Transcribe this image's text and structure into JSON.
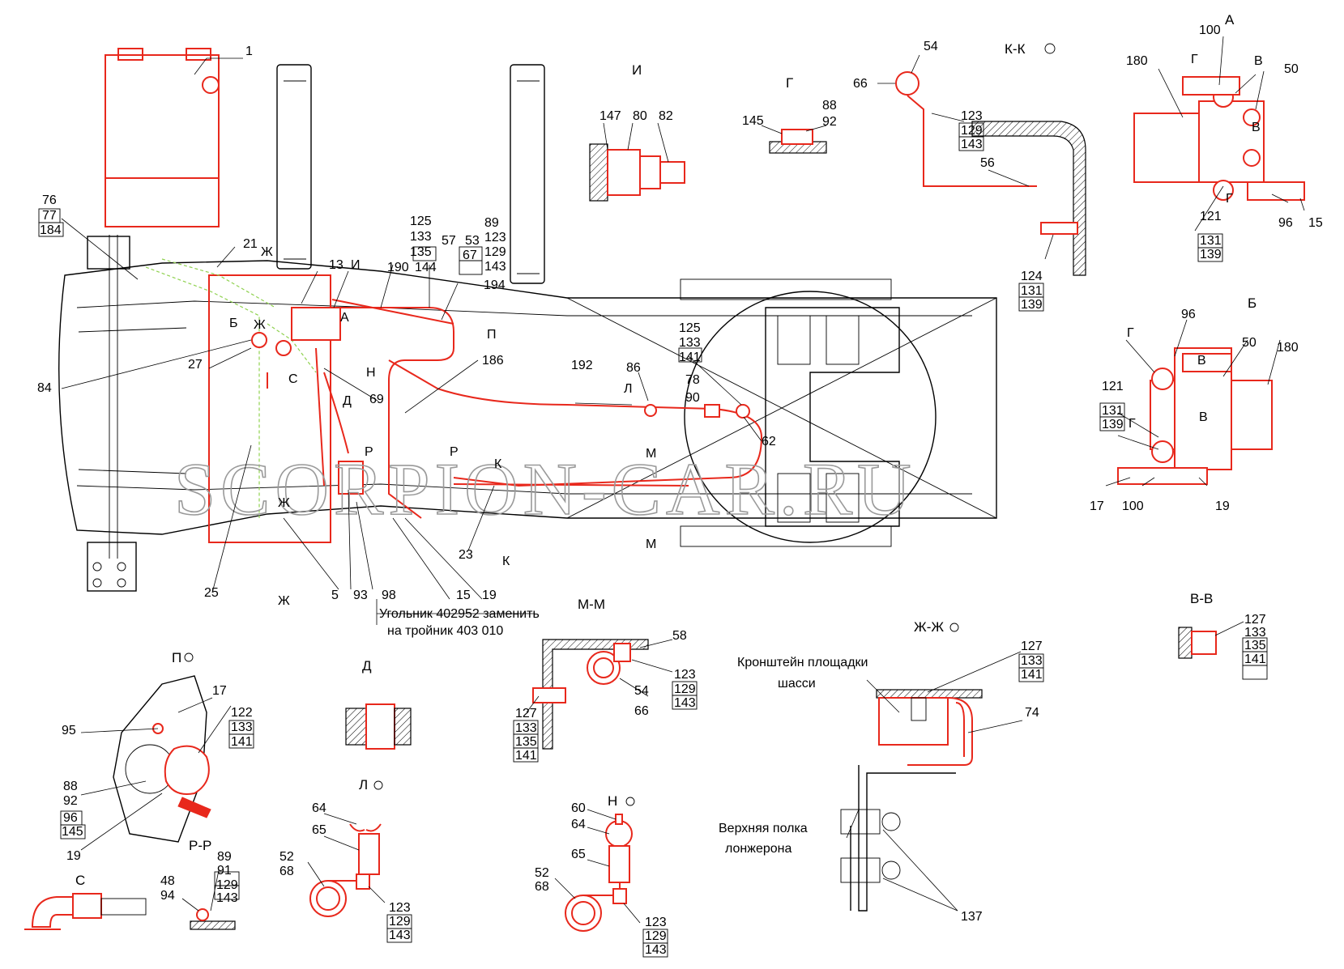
{
  "watermark": "SCORPION-CAR.RU",
  "note": {
    "line1": "Угольник 402952 заменить",
    "line2": "на тройник 403 010"
  },
  "views": {
    "I": "И",
    "G": "Г",
    "KK": "К-К",
    "A": "А",
    "B": "Б",
    "MM": "М-М",
    "D": "Д",
    "P": "П",
    "RR": "Р-Р",
    "S": "С",
    "L": "Л",
    "N": "Н",
    "ZhZh": "Ж-Ж",
    "VV": "В-В"
  },
  "main_labels": {
    "p1": "1",
    "p76": "76",
    "p77": "77",
    "p184": "184",
    "p21": "21",
    "zh1": "Ж",
    "p13": "13",
    "i1": "И",
    "p190": "190",
    "p125a": "125",
    "p133a": "133",
    "p135a": "135",
    "p144a": "144",
    "p57": "57",
    "p53": "53",
    "p67": "67",
    "p89": "89",
    "p123a": "123",
    "p129a": "129",
    "p143a": "143",
    "p194": "194",
    "p_p": "П",
    "p186": "186",
    "a1": "А",
    "b1": "Б",
    "zh2": "Ж",
    "p84": "84",
    "p27": "27",
    "s1": "С",
    "n1": "Н",
    "d1": "Д",
    "p69": "69",
    "p192": "192",
    "p86": "86",
    "l1": "Л",
    "p125b": "125",
    "p133b": "133",
    "p141b": "141",
    "p78": "78",
    "p90": "90",
    "p62": "62",
    "r1": "Р",
    "r2": "Р",
    "k1": "К",
    "k2": "К",
    "m1": "М",
    "m2": "М",
    "p23": "23",
    "zh3": "Ж",
    "zh4": "Ж",
    "p25": "25",
    "p5": "5",
    "p93": "93",
    "p98": "98",
    "p15a": "15",
    "p19a": "19"
  },
  "detail_I": {
    "p147": "147",
    "p80": "80",
    "p82": "82"
  },
  "detail_G": {
    "p145": "145",
    "p88": "88",
    "p92": "92"
  },
  "detail_KK": {
    "p54": "54",
    "p66": "66",
    "p123": "123",
    "p129": "129",
    "p143": "143",
    "p56": "56",
    "p124": "124",
    "p131": "131",
    "p139": "139"
  },
  "detail_A": {
    "p100": "100",
    "g1": "Г",
    "v1": "В",
    "p180": "180",
    "p50": "50",
    "v2": "В",
    "p121": "121",
    "p131": "131",
    "p139": "139",
    "g2": "Г",
    "p96": "96",
    "p15": "15"
  },
  "detail_B": {
    "p96": "96",
    "g1": "Г",
    "v1": "В",
    "p50": "50",
    "p180": "180",
    "p121": "121",
    "p131": "131",
    "p139": "139",
    "v2": "В",
    "g2": "Г",
    "p17": "17",
    "p100": "100",
    "p19": "19"
  },
  "detail_VV": {
    "p127": "127",
    "p133": "133",
    "p135": "135",
    "p141": "141"
  },
  "detail_MM": {
    "p58": "58",
    "p123": "123",
    "p129": "129",
    "p143": "143",
    "p54": "54",
    "p66": "66",
    "p127": "127",
    "p133": "133",
    "p135": "135",
    "p141": "141"
  },
  "detail_P": {
    "p17": "17",
    "p95": "95",
    "p122": "122",
    "p133": "133",
    "p141": "141",
    "p88": "88",
    "p92": "92",
    "p96": "96",
    "p145": "145",
    "p19": "19"
  },
  "detail_RR": {
    "p89": "89",
    "p91": "91",
    "p129": "129",
    "p143": "143",
    "p48": "48",
    "p94": "94"
  },
  "detail_L": {
    "p64": "64",
    "p65": "65",
    "p52": "52",
    "p68": "68",
    "p123": "123",
    "p129": "129",
    "p143": "143"
  },
  "detail_N": {
    "p60": "60",
    "p64": "64",
    "p65": "65",
    "p52": "52",
    "p68": "68",
    "p123": "123",
    "p129": "129",
    "p143": "143"
  },
  "detail_ZhZh": {
    "bracket_line1": "Кронштейн площадки",
    "bracket_line2": "шасси",
    "shelf_line1": "Верхняя полка",
    "shelf_line2": "лонжерона",
    "p127": "127",
    "p133": "133",
    "p141": "141",
    "p74": "74",
    "p137": "137"
  }
}
